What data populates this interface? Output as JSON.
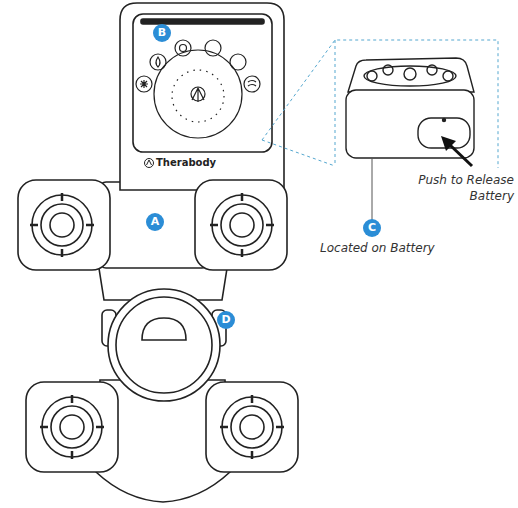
{
  "diagram": {
    "labels": [
      "B",
      "Therabody",
      "A",
      "D",
      "C",
      "Push to Release Battery",
      "Located on Battery"
    ]
  }
}
